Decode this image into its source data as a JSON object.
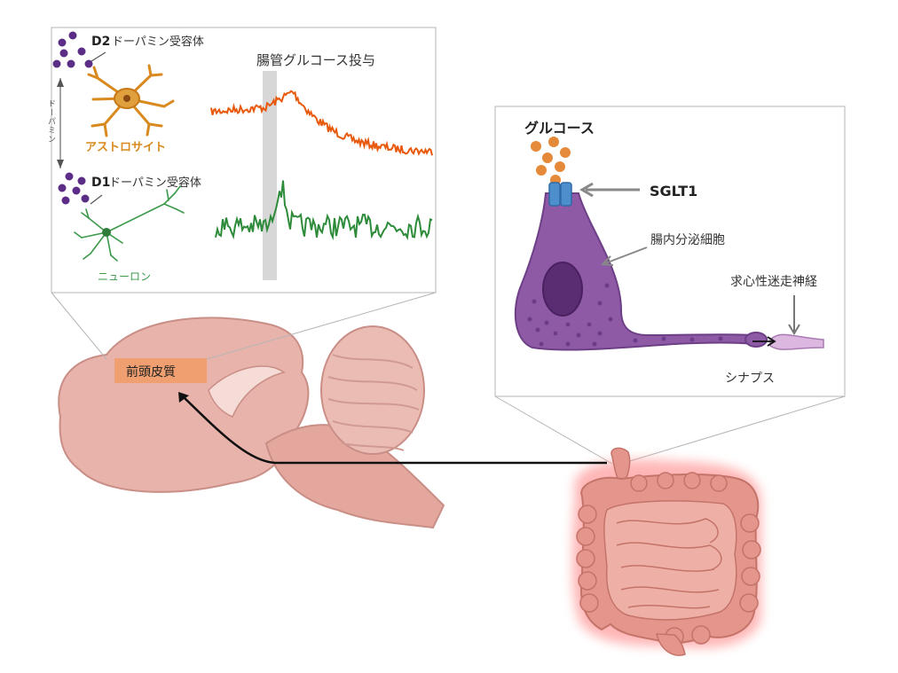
{
  "brain_panel": {
    "d2_bold": "D2",
    "d2_text": "ドーパミン受容体",
    "d1_bold": "D1",
    "d1_text": "ドーパミン受容体",
    "dopamine_vertical": "ドーパミン",
    "astrocyte_label": "アストロサイト",
    "neuron_label": "ニューロン",
    "stimulus_label": "腸管グルコース投与"
  },
  "gut_panel": {
    "glucose_label": "グルコース",
    "sglt1_label": "SGLT1",
    "cell_label": "腸内分泌細胞",
    "nerve_label": "求心性迷走神経",
    "synapse_label": "シナプス"
  },
  "brain": {
    "pfc_label": "前頭皮質"
  },
  "colors": {
    "dopamine": "#5b2d86",
    "astrocyte": "#d98a1e",
    "astro_trace": "#e8590c",
    "neuron": "#3a9a4a",
    "neuron_trace": "#2e8b3a",
    "cell_body": "#8e5aa6",
    "brain": "#e8b0a8",
    "pfc_box": "#f0a070",
    "gut": "#e5968c"
  },
  "icons": [
    "dopamine-dots",
    "astrocyte-icon",
    "neuron-icon",
    "sglt1-channel-icon",
    "brain-illustration",
    "intestine-illustration"
  ]
}
